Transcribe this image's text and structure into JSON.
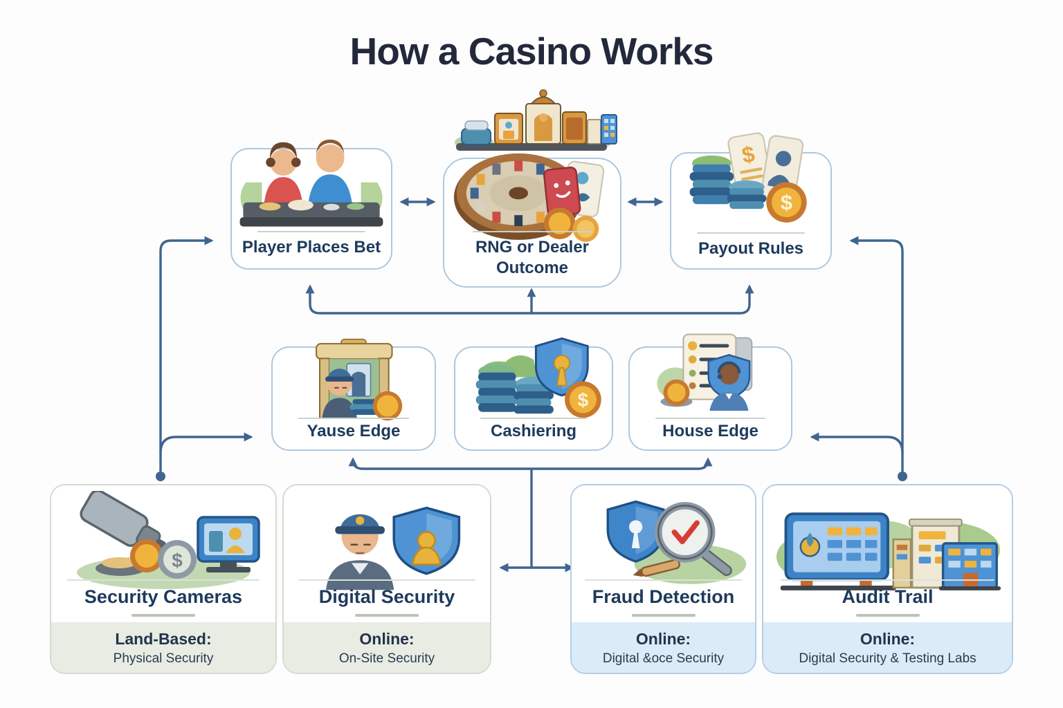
{
  "colors": {
    "background": "#fdfdfe",
    "title_text": "#23293b",
    "label_text": "#1e3a5c",
    "arrow": "#3f6590",
    "flow_box_border": "#aec8de",
    "box_divider": "#c6d3c9",
    "land_band": "#e8ece3",
    "land_border": "#d4dcd1",
    "online_band": "#dcebf8",
    "online_border": "#b5cde6"
  },
  "header": {
    "title": "How a Casino Works",
    "icon": "casino-building-icon"
  },
  "flow": {
    "top_row": [
      {
        "label": "Player Places Bet",
        "icon": "players-at-table-icon"
      },
      {
        "label": "RNG or Dealer Outcome",
        "icon": "roulette-wheel-icon"
      },
      {
        "label": "Payout Rules",
        "icon": "chips-and-cards-icon"
      }
    ],
    "middle_row": [
      {
        "label": "Yause Edge",
        "icon": "cashier-booth-icon"
      },
      {
        "label": "Cashiering",
        "icon": "chips-shield-coin-icon"
      },
      {
        "label": "House Edge",
        "icon": "document-agent-coin-icon"
      }
    ],
    "bottom_row": [
      {
        "label": "Security Cameras",
        "mode": "Land-Based:",
        "detail": "Physical Security",
        "icon": "surveillance-camera-icon"
      },
      {
        "label": "Digital Security",
        "mode": "Online:",
        "detail": "On-Site Security",
        "icon": "guard-and-shield-icon"
      },
      {
        "label": "Fraud Detection",
        "mode": "Online:",
        "detail": "Digital &oce Security",
        "icon": "shield-magnifier-icon"
      },
      {
        "label": "Audit Trail",
        "mode": "Online:",
        "detail": "Digital Security & Testing Labs",
        "icon": "dashboard-and-buildings-icon"
      }
    ]
  }
}
